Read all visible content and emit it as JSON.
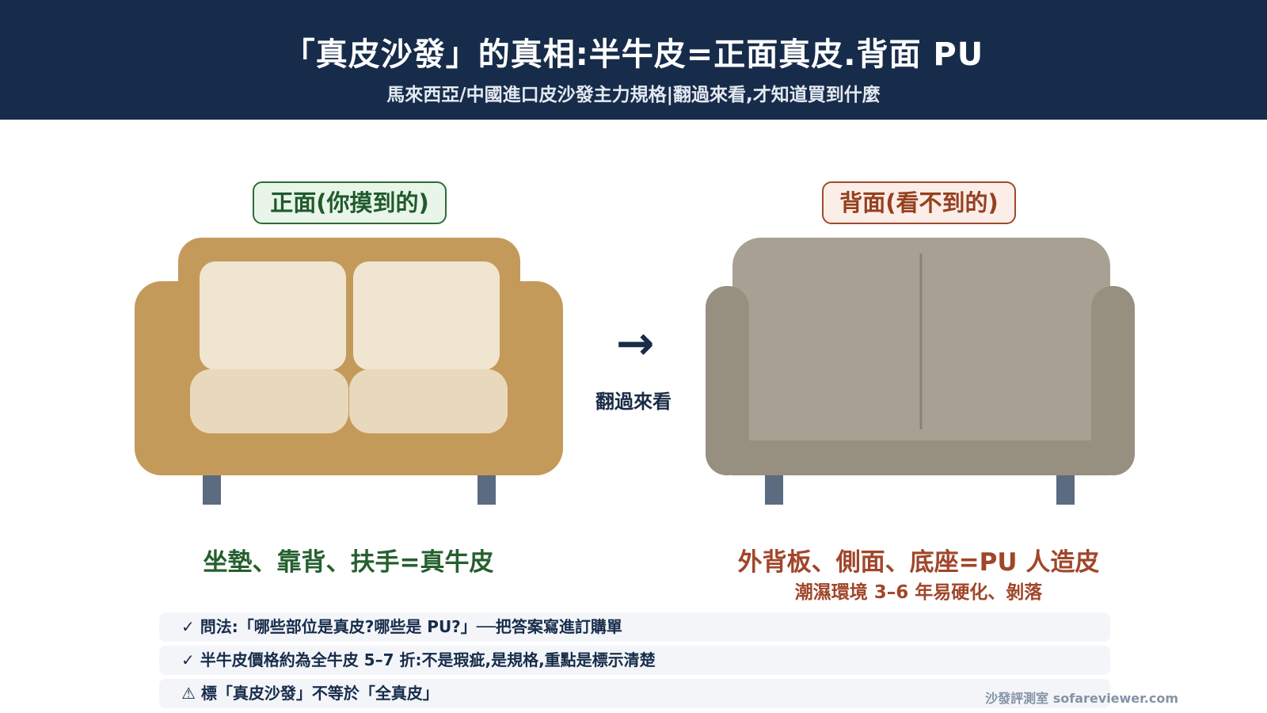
{
  "header": {
    "title": "「真皮沙發」的真相:半牛皮=正面真皮.背面 PU",
    "subtitle": "馬來西亞/中國進口皮沙發主力規格|翻過來看,才知道買到什麼"
  },
  "front": {
    "tag": "正面(你摸到的)",
    "caption": "坐墊、靠背、扶手=真牛皮"
  },
  "back": {
    "tag": "背面(看不到的)",
    "caption": "外背板、側面、底座=PU 人造皮",
    "note": "潮濕環境 3–6 年易硬化、剝落"
  },
  "arrow": {
    "glyph": "→",
    "label": "翻過來看"
  },
  "notes": [
    "✓ 問法:「哪些部位是真皮?哪些是 PU?」──把答案寫進訂購單",
    "✓ 半牛皮價格約為全牛皮 5–7 折:不是瑕疵,是規格,重點是標示清楚",
    "⚠ 標「真皮沙發」不等於「全真皮」"
  ],
  "footer": "沙發評測室 sofareviewer.com",
  "colors": {
    "header_bg": "#172c4a",
    "front_frame": "#c49a5b",
    "front_cushion_back": "#f0e5d1",
    "front_cushion_seat": "#e8d9bc",
    "back_panel": "#a8a193",
    "back_frame": "#978f80",
    "legs": "#5b6b80",
    "front_accent": "#25602f",
    "back_accent": "#a0462a"
  }
}
